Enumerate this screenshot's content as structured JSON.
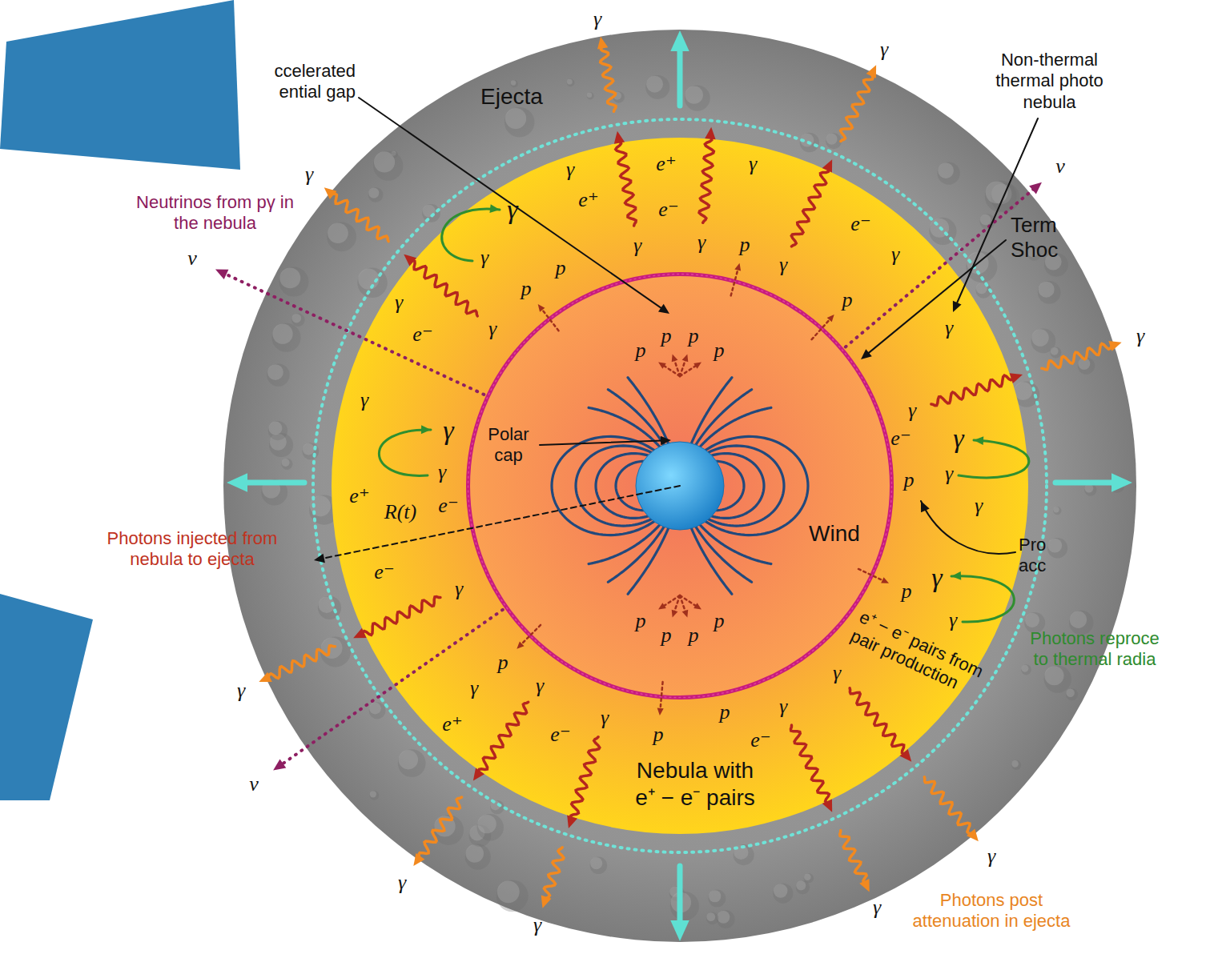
{
  "diagram": {
    "nodes": [
      {
        "text": [
          "Ejecta"
        ]
      },
      {
        "text": [
          "Nebula with e⁺ − e⁻ pairs"
        ],
        "in": 0
      },
      {
        "text": [
          "Wind"
        ],
        "in": 1
      }
    ],
    "labels": [
      "ccelerated ential gap",
      "γ",
      "Non-thermal thermal photo nebula",
      "γ",
      "γ",
      "ν",
      "Neutrinos from pγ in the nebula",
      "γ",
      "e⁺",
      "γ",
      "e⁺",
      "e⁻",
      "γ",
      "Term Shoc",
      "e⁻",
      "γ",
      "γ",
      "γ",
      "γ",
      "γ",
      "ν",
      "p",
      "p",
      "p",
      "p",
      "γ",
      "γ",
      "γ",
      "e⁻",
      "p",
      "p",
      "γ",
      "p",
      "p",
      "γ",
      "γ",
      "Polar cap",
      "γ",
      "γ",
      "e⁻",
      "γ",
      "γ",
      "p",
      "e⁺",
      "e⁻",
      "γ",
      "R(t)",
      "Photons injected from nebula to ejecta",
      "Pro acc",
      "e⁻",
      "γ",
      "γ",
      "p",
      "e⁺ − e⁻ pairs from pair production",
      "γ",
      "p",
      "p",
      "Photons reproce to thermal radia",
      "p",
      "p",
      "p",
      "γ",
      "γ",
      "γ",
      "γ",
      "γ",
      "γ",
      "e⁺",
      "p",
      "e⁻",
      "p",
      "e⁻",
      "ν",
      "γ",
      "γ",
      "Photons post attenuation in ejecta",
      "γ",
      "γ"
    ]
  }
}
